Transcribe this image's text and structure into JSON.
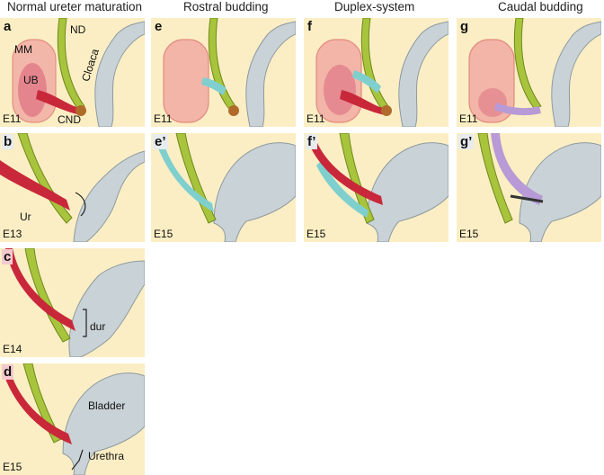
{
  "columns": [
    "Normal ureter maturation",
    "Rostral budding",
    "Duplex-system",
    "Caudal budding"
  ],
  "panels": {
    "a": {
      "letter": "a",
      "stage": "E11",
      "labels": {
        "nd": "ND",
        "mm": "MM",
        "ub": "UB",
        "cloaca": "Cloaca",
        "cnd": "CND"
      }
    },
    "b": {
      "letter": "b",
      "stage": "E13",
      "labels": {
        "ur": "Ur"
      }
    },
    "c": {
      "letter": "c",
      "stage": "E14",
      "labels": {
        "dur": "dur"
      }
    },
    "d": {
      "letter": "d",
      "stage": "E15",
      "labels": {
        "bladder": "Bladder",
        "urethra": "Urethra"
      }
    },
    "e": {
      "letter": "e",
      "stage": "E11"
    },
    "e2": {
      "letter": "e’",
      "stage": "E15"
    },
    "f": {
      "letter": "f",
      "stage": "E11"
    },
    "f2": {
      "letter": "f’",
      "stage": "E15"
    },
    "g": {
      "letter": "g",
      "stage": "E11"
    },
    "g2": {
      "letter": "g’",
      "stage": "E15"
    }
  },
  "colors": {
    "background": "#fbeec4",
    "nephric_duct": "#a8c43c",
    "mesenchyme": "#f2b5a8",
    "bud": "#c8283a",
    "cloaca": "#c9d2d6",
    "cnd": "#b06a2a",
    "cyan_bud": "#7fcfcf",
    "purple_bud": "#b79ad6"
  }
}
